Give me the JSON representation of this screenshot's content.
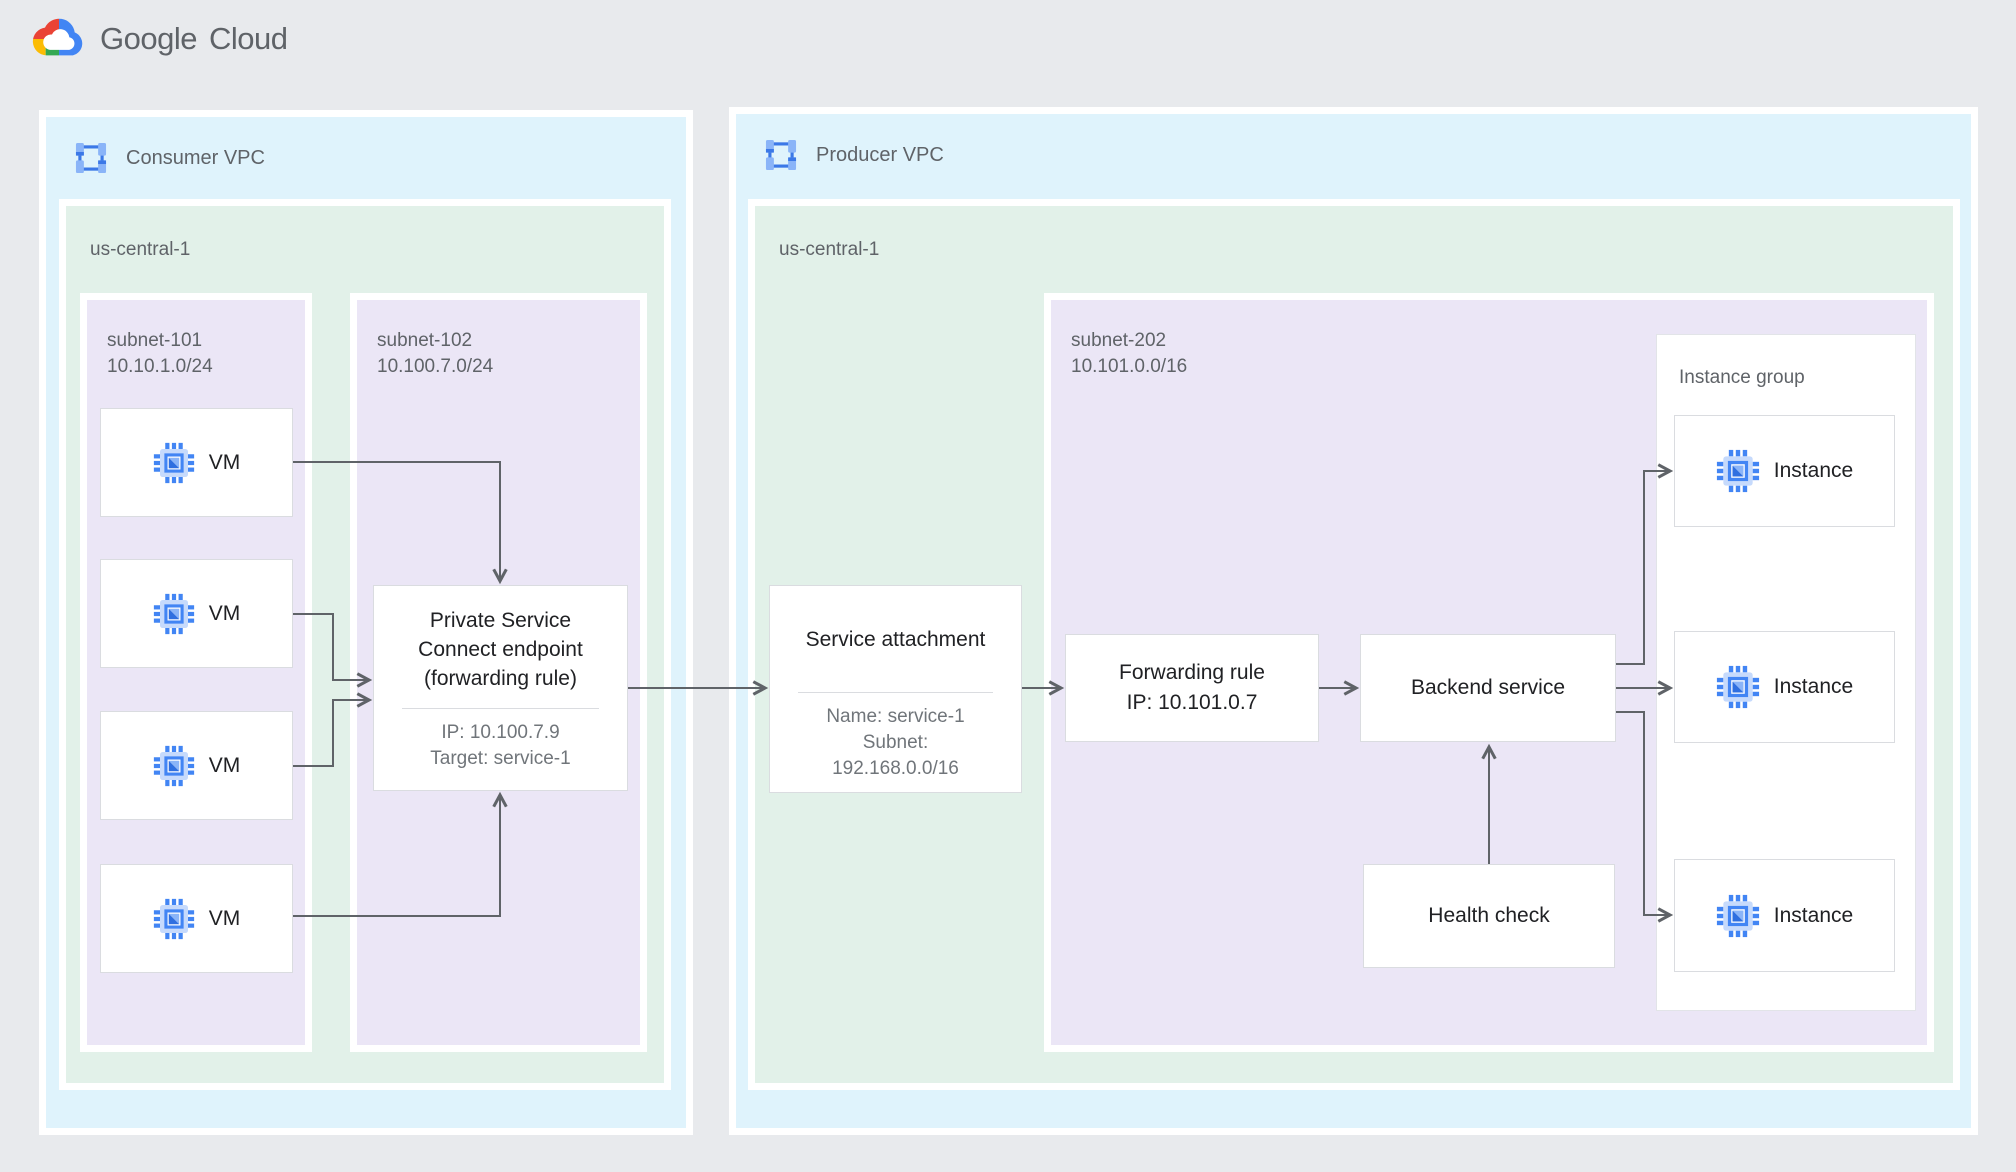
{
  "logo": {
    "google": "Google",
    "cloud": "Cloud",
    "icon": "google-cloud-logo"
  },
  "consumer_vpc": {
    "title": "Consumer VPC",
    "icon": "vpc-network-icon",
    "region": {
      "name": "us-central-1"
    },
    "subnet101": {
      "name": "subnet-101",
      "cidr": "10.10.1.0/24",
      "vms": [
        {
          "label": "VM",
          "icon": "compute-engine-icon"
        },
        {
          "label": "VM",
          "icon": "compute-engine-icon"
        },
        {
          "label": "VM",
          "icon": "compute-engine-icon"
        },
        {
          "label": "VM",
          "icon": "compute-engine-icon"
        }
      ]
    },
    "subnet102": {
      "name": "subnet-102",
      "cidr": "10.100.7.0/24",
      "psc_endpoint": {
        "title_line1": "Private Service",
        "title_line2": "Connect endpoint",
        "title_line3": "(forwarding rule)",
        "ip": "IP: 10.100.7.9",
        "target": "Target: service-1"
      }
    }
  },
  "producer_vpc": {
    "title": "Producer VPC",
    "icon": "vpc-network-icon",
    "region": {
      "name": "us-central-1"
    },
    "service_attachment": {
      "title": "Service attachment",
      "name_line": "Name: service-1",
      "subnet_label": "Subnet:",
      "subnet_cidr": "192.168.0.0/16"
    },
    "subnet202": {
      "name": "subnet-202",
      "cidr": "10.101.0.0/16",
      "forwarding_rule": {
        "line1": "Forwarding rule",
        "line2": "IP: 10.101.0.7"
      },
      "backend_service": {
        "label": "Backend service"
      },
      "health_check": {
        "label": "Health check"
      },
      "instance_group": {
        "title": "Instance group",
        "instances": [
          {
            "label": "Instance",
            "icon": "compute-engine-icon"
          },
          {
            "label": "Instance",
            "icon": "compute-engine-icon"
          },
          {
            "label": "Instance",
            "icon": "compute-engine-icon"
          }
        ]
      }
    }
  },
  "colors": {
    "page-bg": "#e8eaed",
    "vpc-bg": "#dff3fc",
    "region-bg": "#e2f1e9",
    "subnet-bg": "#ebe6f6",
    "card-bg": "#ffffff",
    "card-border": "#dadce0",
    "arrow": "#5f6368",
    "text-dark": "#202124",
    "text-gray": "#5f6368",
    "text-subtle": "#70757a",
    "logo-blue": "#4285f4",
    "logo-red": "#ea4335",
    "logo-yellow": "#fbbc04",
    "logo-green": "#34a853"
  }
}
